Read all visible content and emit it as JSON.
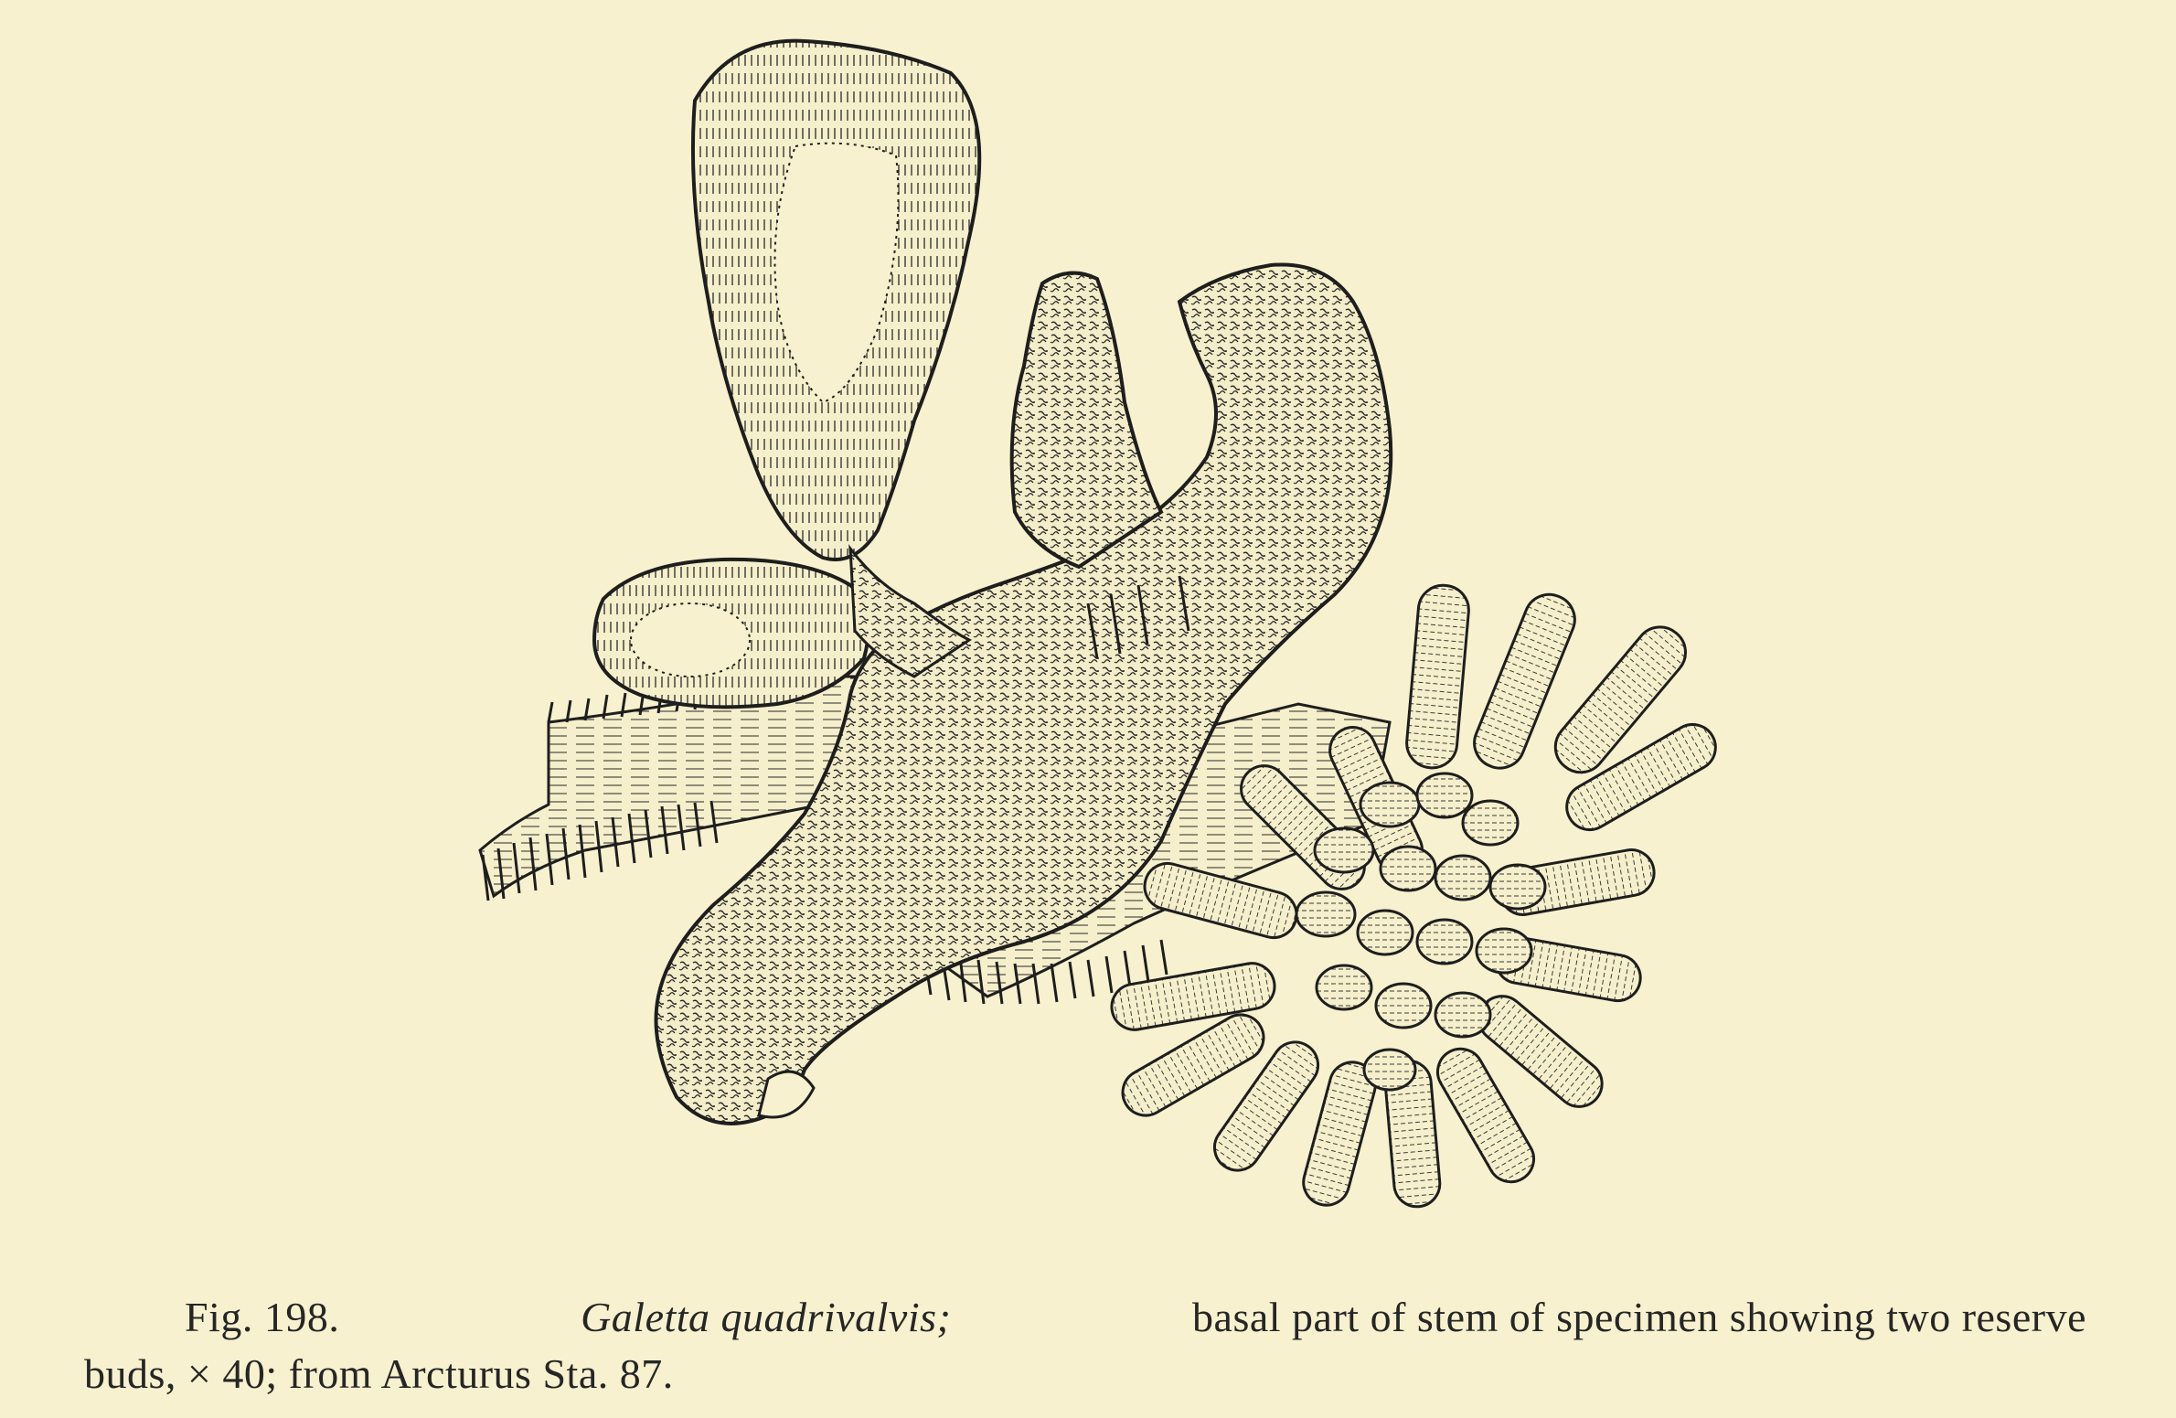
{
  "figure": {
    "label": "Fig. 198.",
    "species": "Galetta quadrivalvis;",
    "caption_rest_line1": "basal part of stem of specimen showing two reserve",
    "caption_line2": "buds, × 40; from Arcturus Sta. 87."
  },
  "colors": {
    "paper": "#f7f1cf",
    "ink": "#1e1e1e"
  }
}
